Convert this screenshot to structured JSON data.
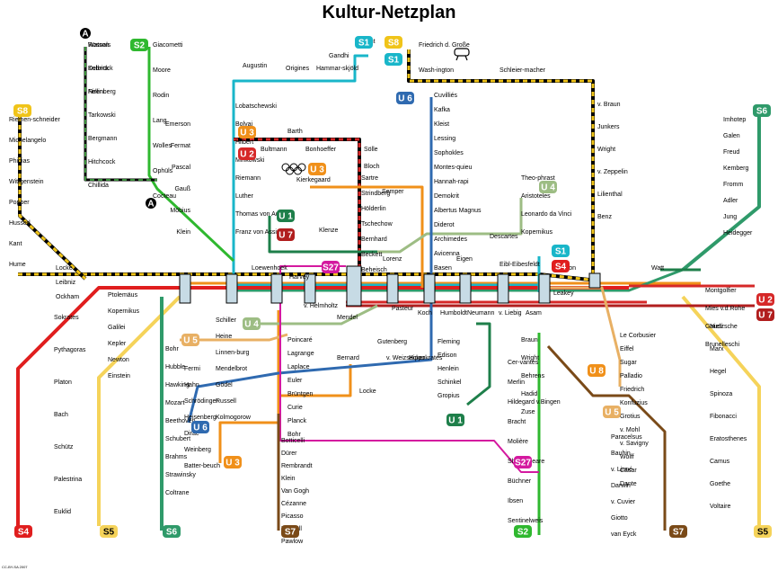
{
  "title": "Kultur-Netzplan",
  "footnote": "CC-BY-SA 2007",
  "colors": {
    "S1": "#19b6c9",
    "S2": "#2fb82f",
    "S4": "#e01e1e",
    "S5": "#f5d35a",
    "S6": "#2f9a6a",
    "S7": "#7a4a18",
    "S8": "#f0c419",
    "S27": "#d4199f",
    "U1": "#1e7f4a",
    "U2": "#d62828",
    "U3": "#f0901a",
    "U4": "#9dbd84",
    "U5": "#e8b064",
    "U6": "#2f6ab0",
    "U7": "#b11e1e",
    "A": "#000000"
  },
  "badges": [
    {
      "label": "S2",
      "line": "S2"
    },
    {
      "label": "S1",
      "line": "S1"
    },
    {
      "label": "S8",
      "line": "S8"
    },
    {
      "label": "S1",
      "line": "S1"
    },
    {
      "label": "U 6",
      "line": "U6"
    },
    {
      "label": "S8",
      "line": "S8"
    },
    {
      "label": "S6",
      "line": "S6"
    },
    {
      "label": "U 3",
      "line": "U3"
    },
    {
      "label": "U 2",
      "line": "U2"
    },
    {
      "label": "U 3",
      "line": "U3"
    },
    {
      "label": "U 4",
      "line": "U4"
    },
    {
      "label": "U 1",
      "line": "U1"
    },
    {
      "label": "U 7",
      "line": "U7"
    },
    {
      "label": "S27",
      "line": "S27"
    },
    {
      "label": "S1",
      "line": "S1"
    },
    {
      "label": "S4",
      "line": "S4"
    },
    {
      "label": "U 2",
      "line": "U2"
    },
    {
      "label": "U 7",
      "line": "U7"
    },
    {
      "label": "U 4",
      "line": "U4"
    },
    {
      "label": "U 5",
      "line": "U5"
    },
    {
      "label": "U 6",
      "line": "U6"
    },
    {
      "label": "U 3",
      "line": "U3"
    },
    {
      "label": "U 1",
      "line": "U1"
    },
    {
      "label": "S27",
      "line": "S27"
    },
    {
      "label": "U 8",
      "line": "U3"
    },
    {
      "label": "U 5",
      "line": "U5"
    },
    {
      "label": "S4",
      "line": "S4"
    },
    {
      "label": "S5",
      "line": "S5"
    },
    {
      "label": "S6",
      "line": "S6"
    },
    {
      "label": "S7",
      "line": "S7"
    },
    {
      "label": "S2",
      "line": "S2"
    },
    {
      "label": "S7",
      "line": "S7"
    },
    {
      "label": "S5",
      "line": "S5"
    },
    {
      "label": "A",
      "line": "A"
    },
    {
      "label": "A",
      "line": "A"
    }
  ],
  "stations": [
    "Rosnals",
    "Kubrick",
    "Fellini",
    "Tarkowski",
    "Bergmann",
    "Hitchcock",
    "Chillida",
    "Giacometti",
    "Moore",
    "Rodin",
    "Lang",
    "Wolles",
    "Ophüls",
    "Cocteau",
    "Riemen-schneider",
    "Michelangelo",
    "Phidias",
    "Wittgenstein",
    "Popper",
    "Husserl",
    "Kant",
    "Hume",
    "Locke",
    "Leibniz",
    "Ockham",
    "Sokrates",
    "Pythagoras",
    "Platon",
    "Bach",
    "Schütz",
    "Palestrina",
    "Euklid",
    "Ptolemäus",
    "Kopernikus",
    "Galilei",
    "Kepler",
    "Newton",
    "Einstein",
    "Bohr",
    "Hubble",
    "Hawking",
    "Mozart",
    "Beethoven",
    "Schubert",
    "Brahms",
    "Strawinsky",
    "Coltrane",
    "Emerson",
    "Fermat",
    "Pascal",
    "Gauß",
    "Möbius",
    "Klein",
    "Lobatschewski",
    "Bolyai",
    "Hilbert",
    "Minkowski",
    "Riemann",
    "Luther",
    "Thomas von Aquin",
    "Franz von Assisi",
    "Augustin",
    "Origines",
    "Hammar-skjöld",
    "Gandhi",
    "Dunant",
    "Friedrich d. Große",
    "Wash-ington",
    "Schleier-macher",
    "Barth",
    "Bultmann",
    "Bonhoeffer",
    "Sölle",
    "Bloch",
    "Kierkegaard",
    "Sartre",
    "Strindberg",
    "Hölderlin",
    "Tschechow",
    "Bernhard",
    "Beckett",
    "Beheisch",
    "Semper",
    "Klenze",
    "Cuvilliés",
    "Kafka",
    "Kleist",
    "Lessing",
    "Sophokles",
    "Montes-quieu",
    "Hannah-rapi",
    "Demokrit",
    "Albertus Magnus",
    "Diderot",
    "Archimedes",
    "Avicenna",
    "Basen",
    "Descartes",
    "Theo-phrast",
    "Aristoteles",
    "Leonardo da Vinci",
    "Kopernikus",
    "v. Braun",
    "Junkers",
    "Wright",
    "v. Zeppelin",
    "Lilienthal",
    "Benz",
    "Watt",
    "Montgolfier",
    "Mies v.d.Rohe",
    "Gaudí",
    "Brunelleschi",
    "Imhotep",
    "Galen",
    "Freud",
    "Kemberg",
    "Fromm",
    "Adler",
    "Jung",
    "Heidegger",
    "Nietzsche",
    "Marx",
    "Hegel",
    "Spinoza",
    "Fibonacci",
    "Eratosthenes",
    "Camus",
    "Goethe",
    "Voltaire",
    "Schiller",
    "Heine",
    "Linnen-burg",
    "Mendelbrot",
    "Gödel",
    "Russell",
    "Kolmogorow",
    "Poincaré",
    "Lagrange",
    "Laplace",
    "Euler",
    "Brüntgen",
    "Curie",
    "Planck",
    "Bohr",
    "Fermi",
    "Hahn",
    "Schrödinger",
    "Heisenberg",
    "Dirac",
    "Weinberg",
    "Batter-beuch",
    "Bernard",
    "v. Weizsäcker",
    "Hippokrates",
    "Locke",
    "Gutenberg",
    "Fleming",
    "Edison",
    "Henlein",
    "Schinkel",
    "Gropius",
    "Humboldt",
    "Neumann",
    "v. Liebig",
    "Asam",
    "Braun",
    "Wright",
    "Behrens",
    "Hadid",
    "Zuse",
    "Le Corbusier",
    "Eiffel",
    "Sugar",
    "Palladio",
    "Friedrich",
    "Konfuzius",
    "Grotius",
    "v. Mohl",
    "v. Savigny",
    "Wolff",
    "Cäsar",
    "Dante",
    "Cer-vantes",
    "Merlin",
    "Hildegard v.Bingen",
    "Bracht",
    "Molière",
    "Shakespeare",
    "Büchner",
    "Ibsen",
    "Sentinelweis",
    "Paracelsus",
    "Bauhin",
    "v. Linné",
    "Darwin",
    "v. Cuvier",
    "Giotto",
    "van Eyck",
    "Botticelli",
    "Dürer",
    "Rembrandt",
    "Klein",
    "Van Gogh",
    "Cézanne",
    "Picasso",
    "Uexküll",
    "Pawlow",
    "Lorenz",
    "Eigen",
    "Eibl-Eibesfeldt",
    "Wilson",
    "Leakey",
    "Loewenhoek",
    "Harvey",
    "v. Helmholtz",
    "Mendel",
    "Pasteur",
    "Koch",
    "Watson",
    "Delbrück",
    "Nirenberg"
  ]
}
